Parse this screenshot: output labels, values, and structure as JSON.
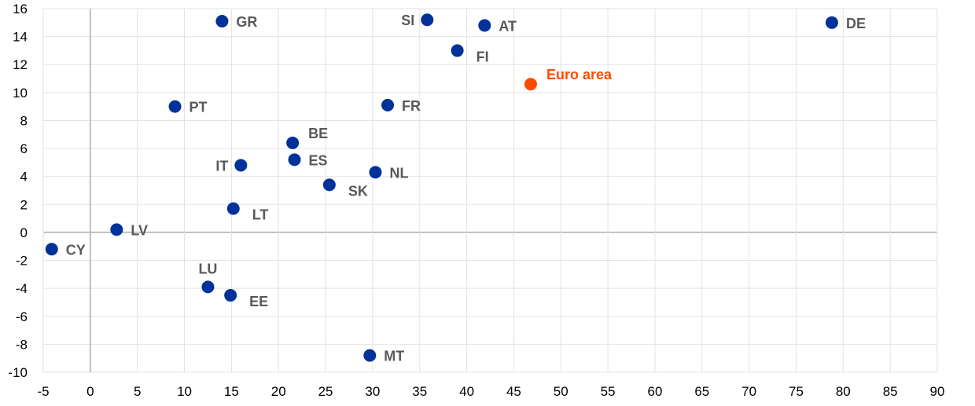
{
  "chart_data": {
    "type": "scatter",
    "title": "",
    "xlabel": "",
    "ylabel": "",
    "xlim": [
      -5,
      90
    ],
    "ylim": [
      -10,
      16
    ],
    "xticks": [
      -5,
      0,
      5,
      10,
      15,
      20,
      25,
      30,
      35,
      40,
      45,
      50,
      55,
      60,
      65,
      70,
      75,
      80,
      85,
      90
    ],
    "yticks": [
      -10,
      -8,
      -6,
      -4,
      -2,
      0,
      2,
      4,
      6,
      8,
      10,
      12,
      14,
      16
    ],
    "grid": true,
    "colors": {
      "country": "#003299",
      "aggregate": "#FF4B00",
      "label": "#595959"
    },
    "points": [
      {
        "label": "GR",
        "x": 14.0,
        "y": 15.1,
        "label_side": "right"
      },
      {
        "label": "SI",
        "x": 35.8,
        "y": 15.2,
        "label_side": "left"
      },
      {
        "label": "AT",
        "x": 41.9,
        "y": 14.8,
        "label_side": "right"
      },
      {
        "label": "DE",
        "x": 78.8,
        "y": 15.0,
        "label_side": "right"
      },
      {
        "label": "FI",
        "x": 39.0,
        "y": 13.0,
        "label_side": "below-right"
      },
      {
        "label": "Euro area",
        "x": 46.8,
        "y": 10.6,
        "label_side": "above-right",
        "highlight": true
      },
      {
        "label": "PT",
        "x": 9.0,
        "y": 9.0,
        "label_side": "right"
      },
      {
        "label": "FR",
        "x": 31.6,
        "y": 9.1,
        "label_side": "right"
      },
      {
        "label": "BE",
        "x": 21.5,
        "y": 6.4,
        "label_side": "above-right"
      },
      {
        "label": "ES",
        "x": 21.7,
        "y": 5.2,
        "label_side": "right"
      },
      {
        "label": "IT",
        "x": 16.0,
        "y": 4.8,
        "label_side": "left"
      },
      {
        "label": "NL",
        "x": 30.3,
        "y": 4.3,
        "label_side": "right"
      },
      {
        "label": "SK",
        "x": 25.4,
        "y": 3.4,
        "label_side": "below-right"
      },
      {
        "label": "LT",
        "x": 15.2,
        "y": 1.7,
        "label_side": "below-right"
      },
      {
        "label": "LV",
        "x": 2.8,
        "y": 0.2,
        "label_side": "right"
      },
      {
        "label": "CY",
        "x": -4.1,
        "y": -1.2,
        "label_side": "right"
      },
      {
        "label": "LU",
        "x": 12.5,
        "y": -3.9,
        "label_side": "above"
      },
      {
        "label": "EE",
        "x": 14.9,
        "y": -4.5,
        "label_side": "below-right"
      },
      {
        "label": "MT",
        "x": 29.7,
        "y": -8.8,
        "label_side": "right"
      }
    ]
  }
}
